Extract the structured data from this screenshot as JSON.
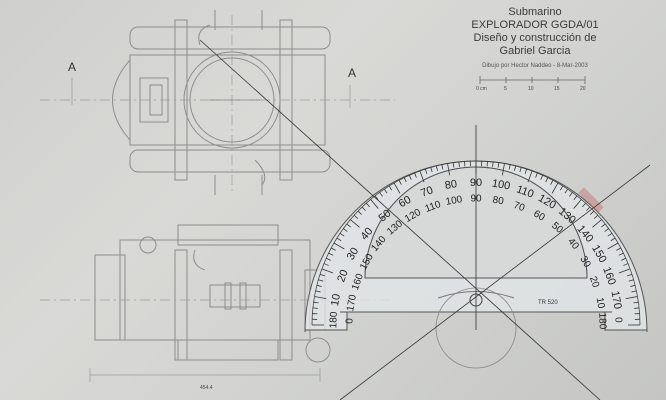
{
  "title_block": {
    "line1": "Submarino",
    "line2": "EXPLORADOR GGDA/01",
    "line3": "Diseño y construcción de",
    "line4": "Gabriel Garcia",
    "credit": "Dibujo por Hector Naddeo - 8-Mar-2003"
  },
  "scale_bar": {
    "unit": "0 cm",
    "marks": [
      "5",
      "10",
      "15",
      "20"
    ]
  },
  "section_marks": {
    "left": "A",
    "right": "A"
  },
  "dimension": "454.4",
  "protractor": {
    "outer_labels": [
      "10",
      "20",
      "30",
      "40",
      "50",
      "60",
      "70",
      "80",
      "90",
      "100",
      "110",
      "120",
      "130",
      "140",
      "150",
      "160",
      "170"
    ],
    "inner_labels": [
      "170",
      "160",
      "150",
      "140",
      "130",
      "120",
      "110",
      "100",
      "90",
      "80",
      "70",
      "60",
      "50",
      "40",
      "30",
      "20",
      "10"
    ],
    "end_left_outer": "180",
    "end_left_inner": "0",
    "end_right_outer": "0",
    "end_right_inner": "180",
    "model": "TR 520"
  },
  "colors": {
    "paper": "#d5d6d3",
    "ink": "#8a8a8a",
    "protractor": "#e6e9ea",
    "accent": "#c05050"
  }
}
